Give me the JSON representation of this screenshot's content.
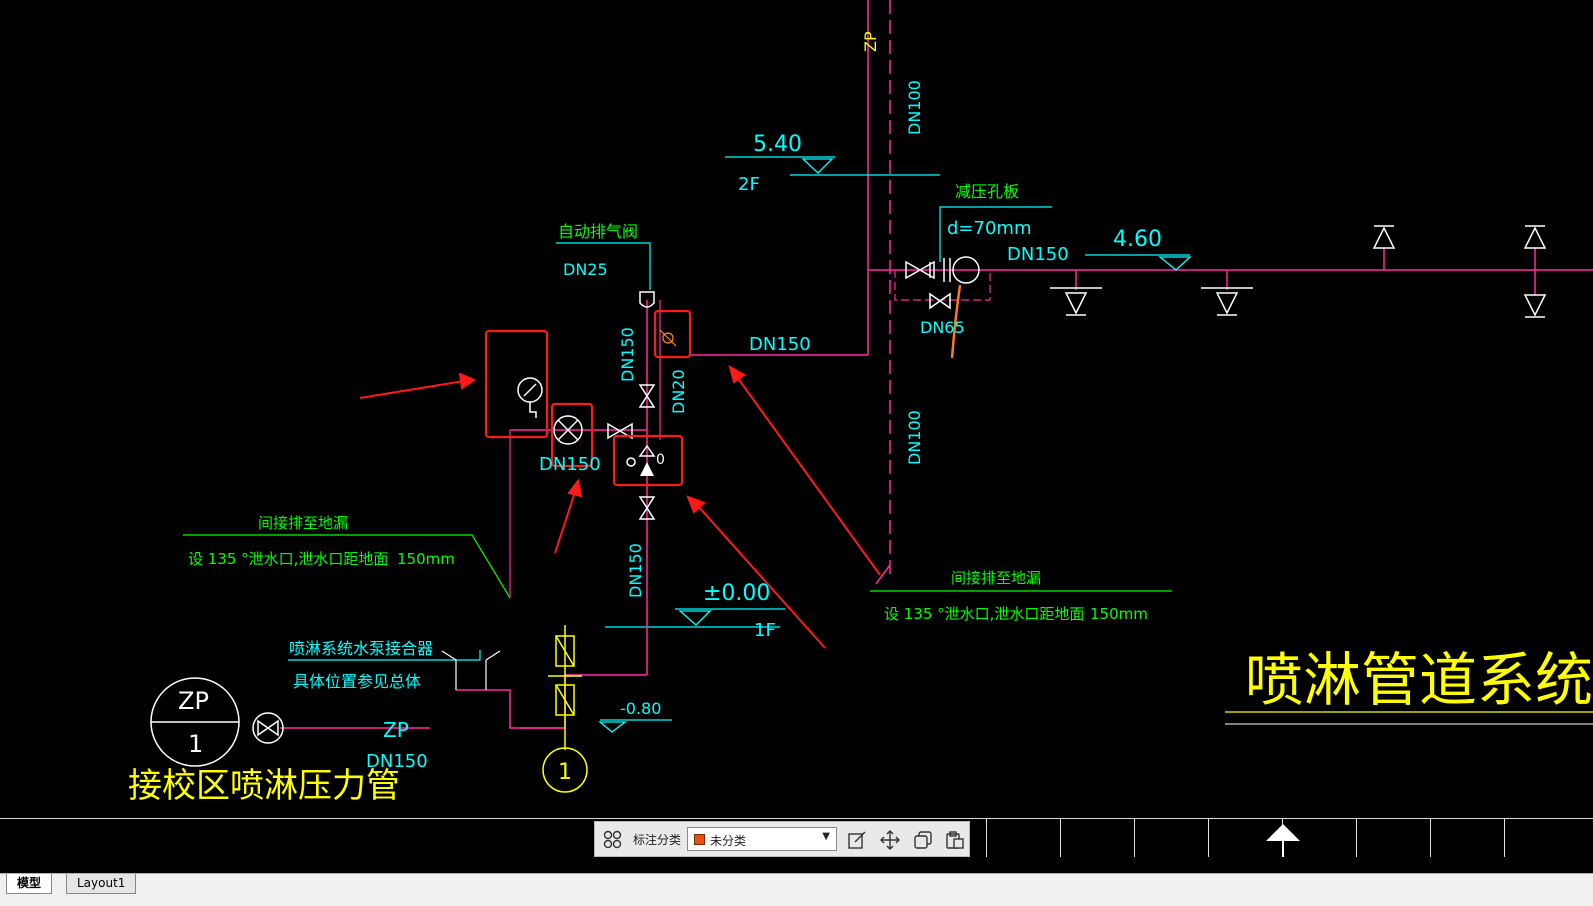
{
  "drawing": {
    "title": "喷淋管道系统原理",
    "levels": [
      {
        "value": "5.40",
        "floor": "2F"
      },
      {
        "value": "4.60"
      },
      {
        "value": "±0.00",
        "floor": "1F"
      },
      {
        "value": "-0.80"
      }
    ],
    "labels": {
      "zp_vertical": "ZP",
      "dn100_upper": "DN100",
      "dn100_lower": "DN100",
      "reducing_orifice": "减压孔板",
      "orifice_dia": "d=70mm",
      "dn150_main": "DN150",
      "dn65": "DN65",
      "air_valve": "自动排气阀",
      "dn25": "DN25",
      "dn150_riser": "DN150",
      "dn20": "DN20",
      "dn150_branch": "DN150",
      "dn150_left": "DN150",
      "dn150_lower": "DN150",
      "drain_left_title": "间接排至地漏",
      "drain_left_note": "设 135 °泄水口,泄水口距地面",
      "drain_left_height": "150mm",
      "drain_right_title": "间接排至地漏",
      "drain_right_note": "设 135 °泄水口,泄水口距地面",
      "drain_right_height": "150mm",
      "pump_adapter": "喷淋系统水泵接合器",
      "pump_adapter_note": "具体位置参见总体",
      "zp_pipe": "ZP",
      "dn150_pipe": "DN150",
      "circle_top": "ZP",
      "circle_bottom": "1",
      "campus_pipe": "接校区喷淋压力管",
      "riser_number": "1",
      "sensor_mark": "0"
    },
    "colors": {
      "pipe": "#ff2aa0",
      "text_cyan": "#00ffff",
      "text_green": "#00ff00",
      "text_yellow": "#ffff00",
      "highlight": "#ff1a1a"
    }
  },
  "annotation_bar": {
    "label": "标注分类",
    "selected": "未分类",
    "swatch_color": "#e8500f",
    "icons": [
      "grid-icon",
      "edit-note-icon",
      "move-icon",
      "copy-icon",
      "paste-icon"
    ]
  },
  "tabs": [
    "模型",
    "Layout1"
  ]
}
